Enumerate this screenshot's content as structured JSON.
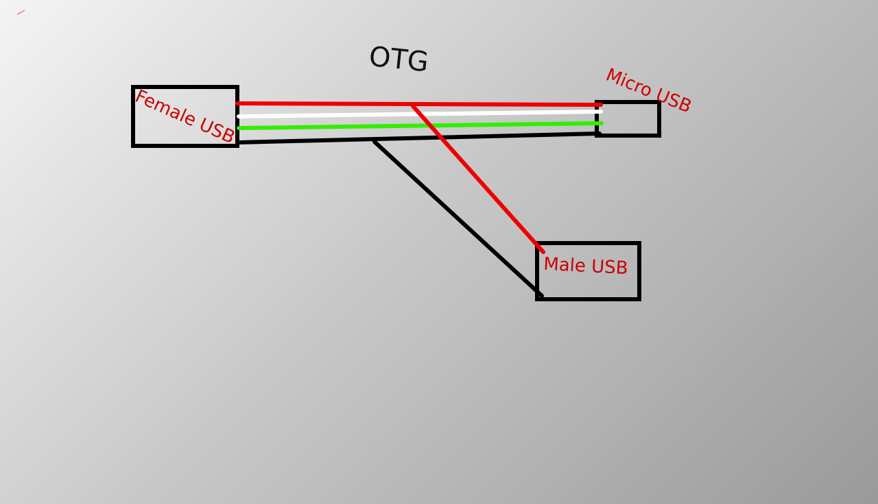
{
  "title": "OTG",
  "labels": {
    "female_usb": "Female USB",
    "micro_usb": "Micro USB",
    "male_usb": "Male USB"
  },
  "colors": {
    "box": "#000000",
    "label": "#cc0000",
    "wire_red": "#ee0000",
    "wire_white": "#ffffff",
    "wire_green": "#33ee00",
    "wire_black": "#000000"
  },
  "wires": [
    "red",
    "white",
    "green",
    "black"
  ]
}
